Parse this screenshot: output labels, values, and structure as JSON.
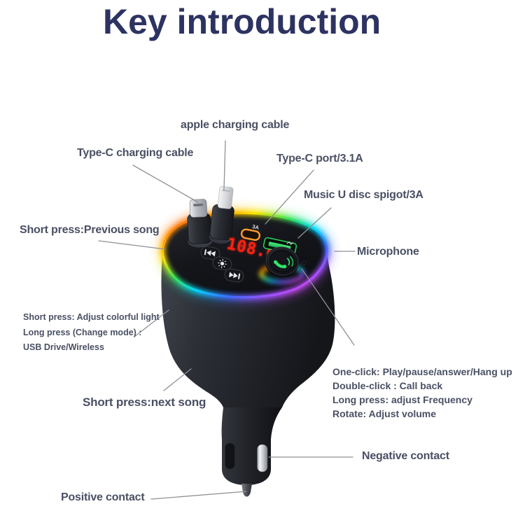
{
  "title": "Key introduction",
  "device": {
    "display_value": "108.0",
    "fast_charge_badge": "3A",
    "colors": {
      "display_red": "#ff2112",
      "port_orange": "#ff9c2e",
      "port_green": "#29d35e",
      "phone_icon_green": "#2ee56a",
      "body_dark": "#24272e",
      "ring_colors": [
        "#ff2e5e",
        "#ff8a00",
        "#ffe600",
        "#37e65a",
        "#00d9ff",
        "#3f6bff",
        "#b44dff"
      ]
    }
  },
  "callouts": {
    "apple_cable": {
      "label": "apple charging cable"
    },
    "typec_cable": {
      "label": "Type-C charging cable"
    },
    "typec_port": {
      "label": "Type-C port/3.1A"
    },
    "usb_port": {
      "label": "Music U disc spigot/3A"
    },
    "prev_song": {
      "label": "Short press:Previous song"
    },
    "microphone": {
      "label": "Microphone"
    },
    "light_button": {
      "lines": [
        "Short press: Adjust colorful light",
        "Long press (Change mode) :",
        "USB Drive/Wireless"
      ]
    },
    "knob": {
      "lines": [
        "One-click: Play/pause/answer/Hang up",
        "Double-click : Call back",
        "Long press: adjust Frequency",
        "Rotate: Adjust volume"
      ]
    },
    "next_song": {
      "label": "Short press:next song"
    },
    "negative_contact": {
      "label": "Negative contact"
    },
    "positive_contact": {
      "label": "Positive contact"
    }
  }
}
